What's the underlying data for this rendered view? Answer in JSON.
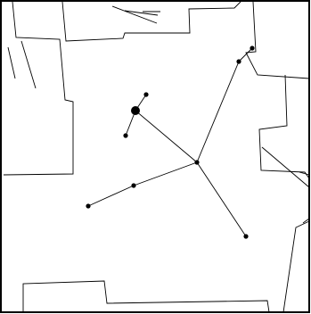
{
  "colors": {
    "background": "#ffffff",
    "line": "#000000",
    "frame": "#000000",
    "node": "#000000"
  },
  "diagram": {
    "type": "network-graph-over-parcel-map",
    "nodes": [
      {
        "id": "hub",
        "size": "medium"
      },
      {
        "id": "top-right-upper",
        "size": "small"
      },
      {
        "id": "top-right-lower",
        "size": "small"
      },
      {
        "id": "center-left-large",
        "size": "large"
      },
      {
        "id": "center-left-top",
        "size": "small"
      },
      {
        "id": "center-left-bottom",
        "size": "small"
      },
      {
        "id": "bottom-left-mid",
        "size": "small"
      },
      {
        "id": "bottom-left-end",
        "size": "small"
      },
      {
        "id": "bottom-right",
        "size": "small"
      }
    ],
    "edges": [
      {
        "from": "top-right-upper",
        "to": "top-right-lower"
      },
      {
        "from": "top-right-lower",
        "to": "hub"
      },
      {
        "from": "center-left-large",
        "to": "hub"
      },
      {
        "from": "center-left-large",
        "to": "center-left-top"
      },
      {
        "from": "center-left-large",
        "to": "center-left-bottom"
      },
      {
        "from": "hub",
        "to": "bottom-left-mid"
      },
      {
        "from": "bottom-left-mid",
        "to": "bottom-left-end"
      },
      {
        "from": "hub",
        "to": "bottom-right"
      }
    ]
  }
}
